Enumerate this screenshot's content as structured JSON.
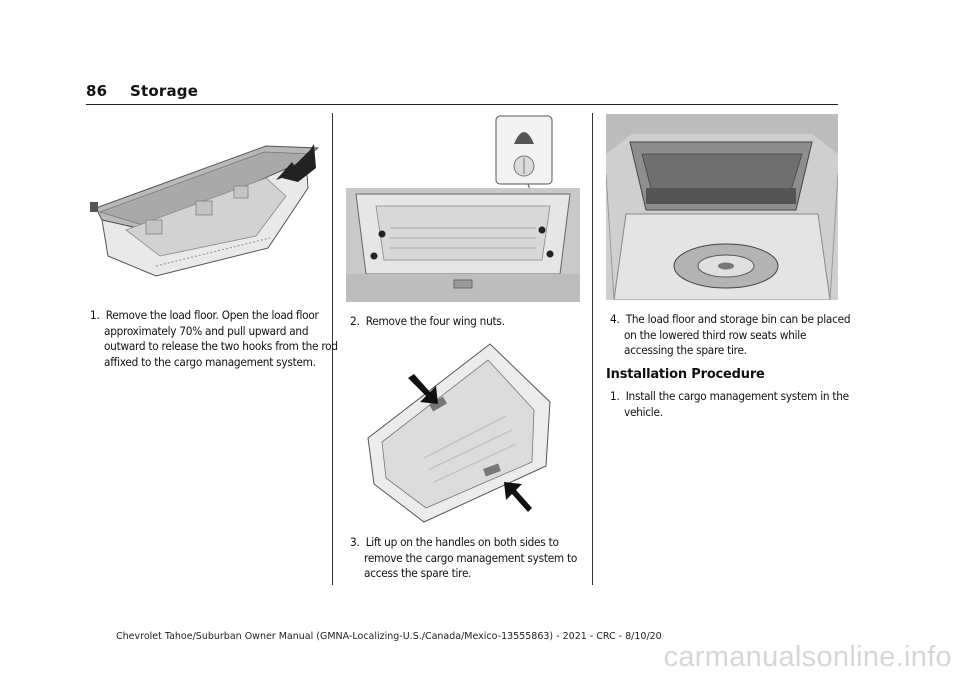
{
  "header": {
    "page_number": "86",
    "section_title": "Storage"
  },
  "steps": {
    "step1": "1.  Remove the load floor. Open the load floor approximately 70% and pull upward and outward to release the two hooks from the rod affixed to the cargo management system.",
    "step2": "2.  Remove the four wing nuts.",
    "step3": "3.  Lift up on the handles on both sides to remove the cargo management system to access the spare tire.",
    "step4": "4.  The load floor and storage bin can be placed on the lowered third row seats while accessing the spare tire."
  },
  "installation": {
    "heading": "Installation Procedure",
    "step1": "1.  Install the cargo management system in the vehicle."
  },
  "footer": {
    "text": "Chevrolet Tahoe/Suburban Owner Manual (GMNA-Localizing-U.S./Canada/Mexico-13555863) - 2021 - CRC - 8/10/20"
  },
  "watermark": "carmanualsonline.info",
  "colors": {
    "ink": "#111111",
    "illustration_gray": "#9a9a9a",
    "watermark": "#d6d6d6"
  }
}
